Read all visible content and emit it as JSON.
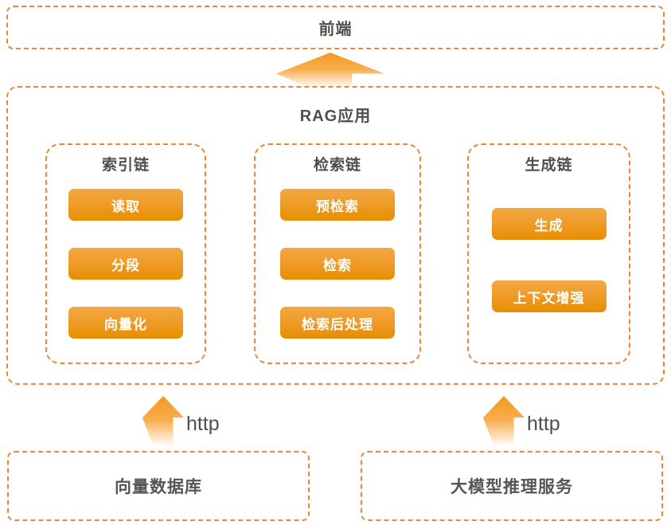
{
  "diagram": {
    "frontend_label": "前端",
    "rag_app_label": "RAG应用",
    "chains": [
      {
        "title": "索引链",
        "steps": [
          "读取",
          "分段",
          "向量化"
        ]
      },
      {
        "title": "检索链",
        "steps": [
          "预检索",
          "检索",
          "检索后处理"
        ]
      },
      {
        "title": "生成链",
        "steps": [
          "生成",
          "上下文增强"
        ]
      }
    ],
    "connections": {
      "http_left": "http",
      "http_right": "http"
    },
    "vector_db_label": "向量数据库",
    "llm_service_label": "大模型推理服务",
    "colors": {
      "dashed_border": "#ED8636",
      "button_gradient_top": "#F3A843",
      "button_gradient_bottom": "#E78E00",
      "arrow_orange": "#F5981F",
      "title_text": "#4F4F4F",
      "button_text": "#FFFFFF",
      "background": "#FFFFFF"
    }
  }
}
